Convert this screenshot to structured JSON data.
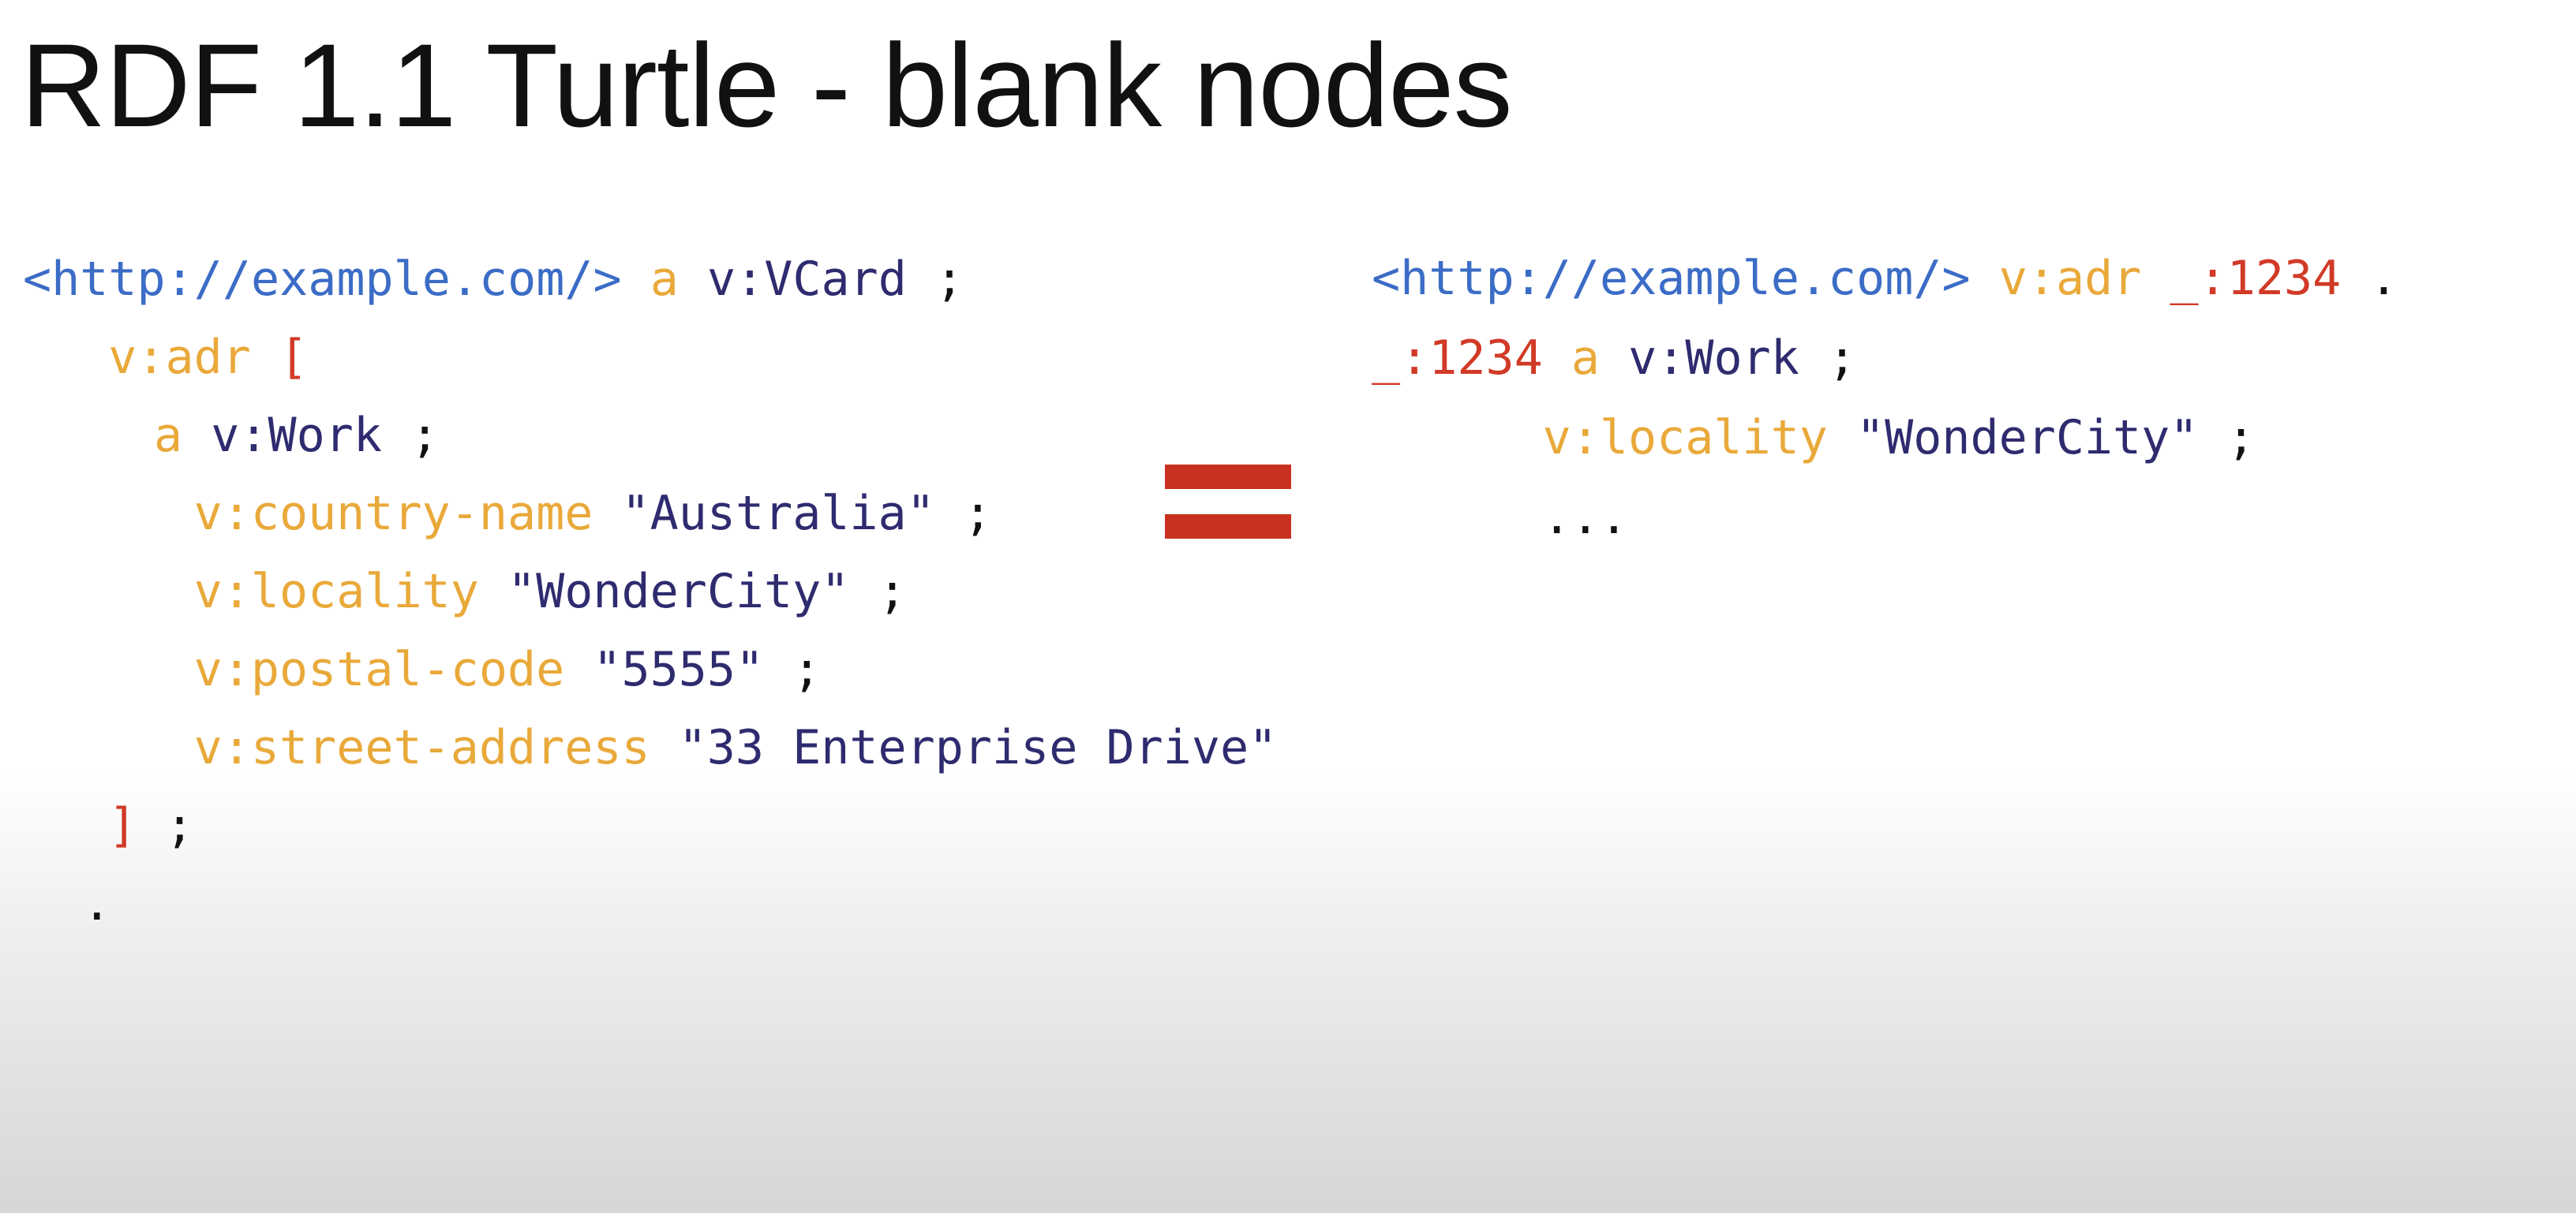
{
  "title": "RDF 1.1 Turtle - blank nodes",
  "colors": {
    "iri": "#3b6cc6",
    "predicate": "#e9a93a",
    "object": "#2f2b6f",
    "blank_node": "#d13a27",
    "equals": "#c8311f"
  },
  "left_code": [
    {
      "indent": 0,
      "tokens": [
        {
          "text": "<http://example.com/>",
          "type": "iri"
        },
        {
          "text": " a",
          "type": "pred"
        },
        {
          "text": " v:VCard",
          "type": "obj"
        },
        {
          "text": " ;",
          "type": "punct"
        }
      ]
    },
    {
      "indent": 3,
      "tokens": [
        {
          "text": "v:adr",
          "type": "pred"
        },
        {
          "text": " [",
          "type": "bnode"
        }
      ]
    },
    {
      "indent": 4.6,
      "tokens": [
        {
          "text": "a",
          "type": "pred"
        },
        {
          "text": " v:Work",
          "type": "obj"
        },
        {
          "text": " ;",
          "type": "punct"
        }
      ]
    },
    {
      "indent": 6,
      "tokens": [
        {
          "text": "v:country-name",
          "type": "pred"
        },
        {
          "text": " \"Australia\"",
          "type": "obj"
        },
        {
          "text": " ;",
          "type": "punct"
        }
      ]
    },
    {
      "indent": 6,
      "tokens": [
        {
          "text": "v:locality",
          "type": "pred"
        },
        {
          "text": " \"WonderCity\"",
          "type": "obj"
        },
        {
          "text": " ;",
          "type": "punct"
        }
      ]
    },
    {
      "indent": 6,
      "tokens": [
        {
          "text": "v:postal-code",
          "type": "pred"
        },
        {
          "text": " \"5555\"",
          "type": "obj"
        },
        {
          "text": " ;",
          "type": "punct"
        }
      ]
    },
    {
      "indent": 6,
      "tokens": [
        {
          "text": "v:street-address",
          "type": "pred"
        },
        {
          "text": " \"33 Enterprise Drive\"",
          "type": "obj"
        }
      ]
    },
    {
      "indent": 3,
      "tokens": [
        {
          "text": "]",
          "type": "bnode"
        },
        {
          "text": " ;",
          "type": "punct"
        }
      ]
    },
    {
      "indent": 2.1,
      "tokens": [
        {
          "text": ".",
          "type": "punct"
        }
      ]
    }
  ],
  "right_code": [
    {
      "indent": 0,
      "tokens": [
        {
          "text": "<http://example.com/>",
          "type": "iri"
        },
        {
          "text": " v:adr",
          "type": "pred"
        },
        {
          "text": " _:1234",
          "type": "bnode"
        },
        {
          "text": " .",
          "type": "punct"
        }
      ]
    },
    {
      "indent": 0,
      "tokens": [
        {
          "text": "_:1234",
          "type": "bnode"
        },
        {
          "text": " a",
          "type": "pred"
        },
        {
          "text": " v:Work",
          "type": "obj"
        },
        {
          "text": " ;",
          "type": "punct"
        }
      ]
    },
    {
      "indent": 6,
      "tokens": [
        {
          "text": "v:locality",
          "type": "pred"
        },
        {
          "text": " \"WonderCity\"",
          "type": "obj"
        },
        {
          "text": " ;",
          "type": "punct"
        }
      ]
    },
    {
      "indent": 6,
      "tokens": [
        {
          "text": "...",
          "type": "punct"
        }
      ]
    }
  ]
}
